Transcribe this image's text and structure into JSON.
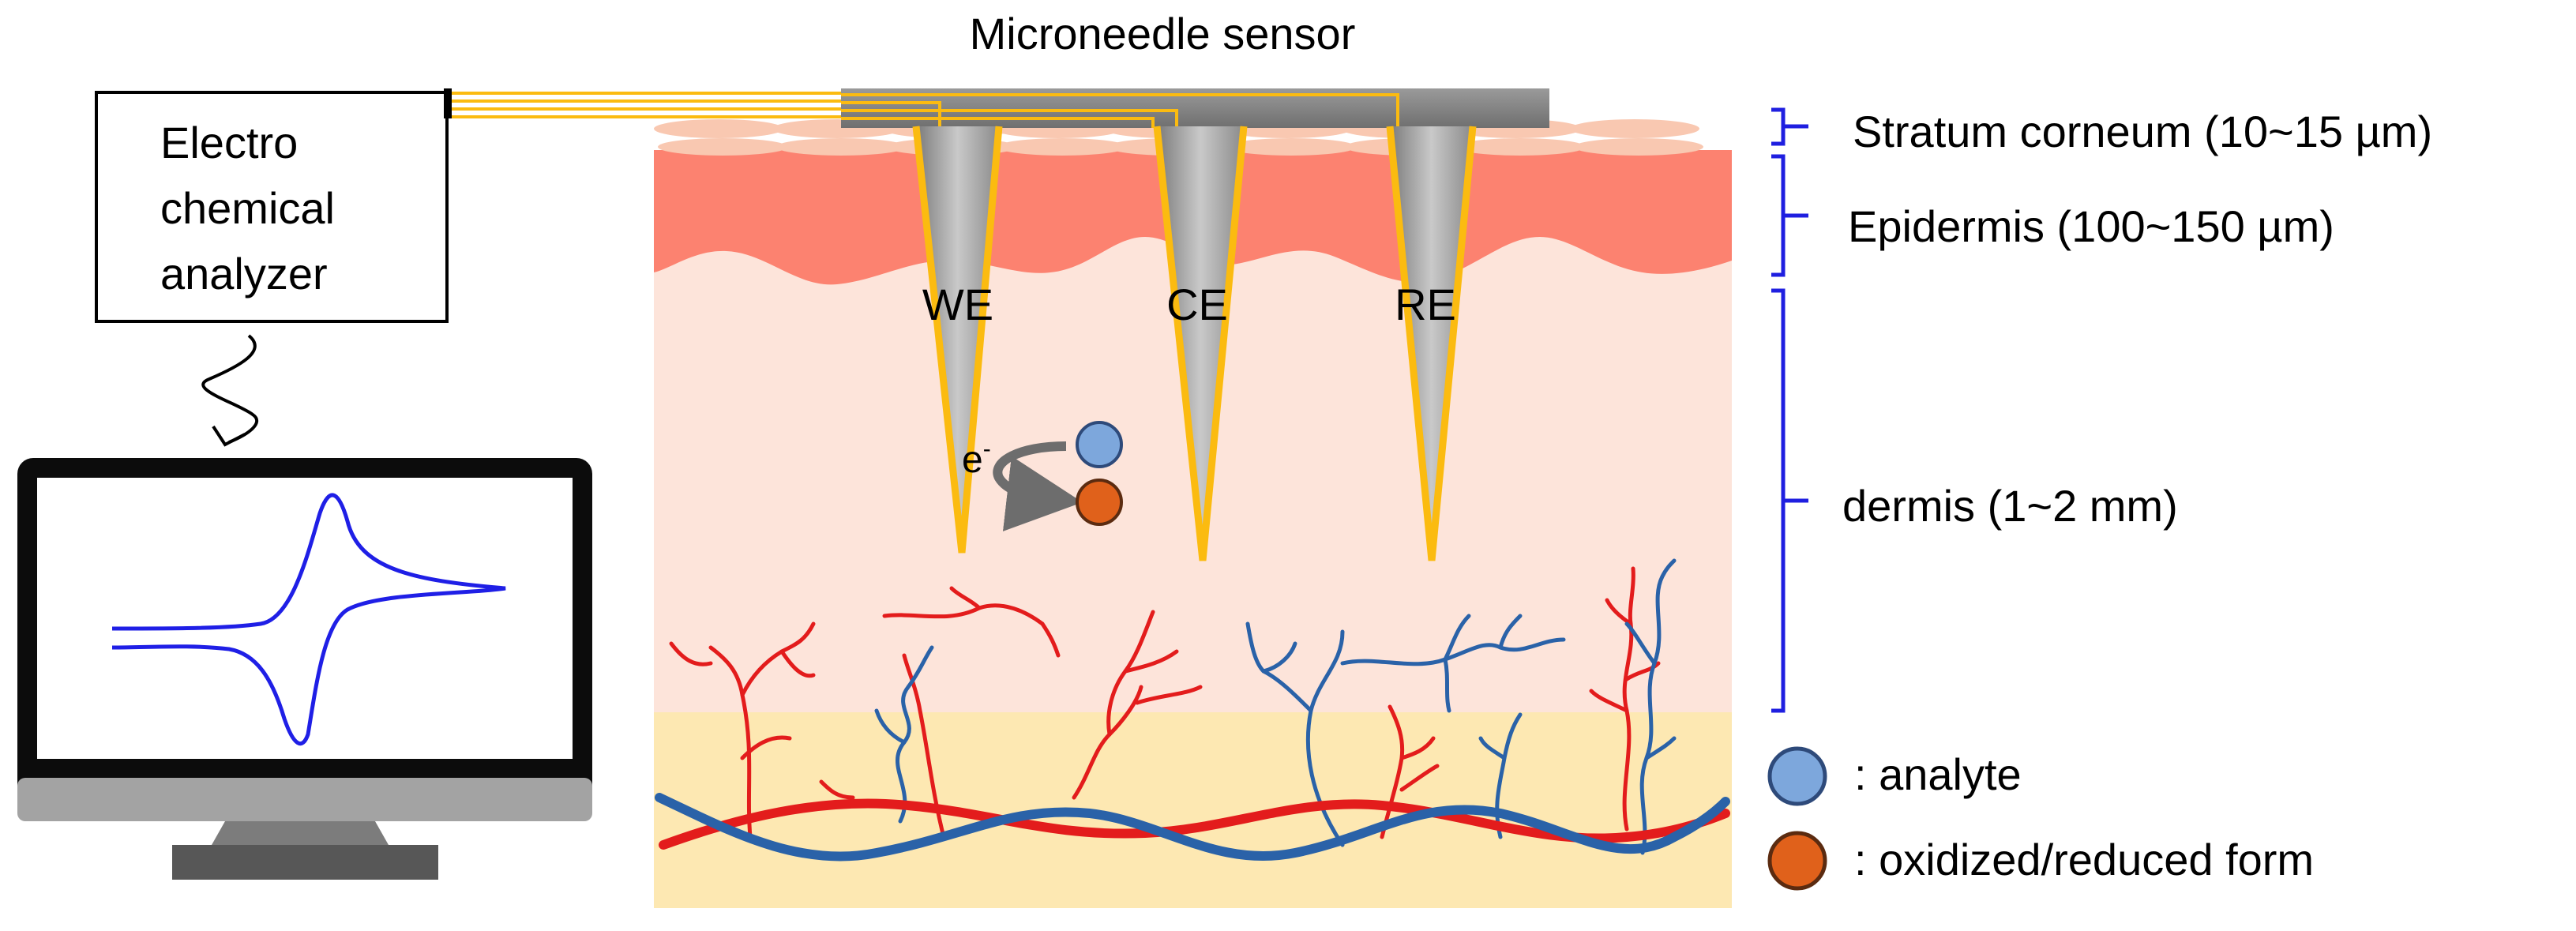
{
  "title": "Microneedle sensor",
  "analyzer_label": [
    "Electro",
    "chemical",
    "analyzer"
  ],
  "electrodes": [
    {
      "label": "WE"
    },
    {
      "label": "CE"
    },
    {
      "label": "RE"
    }
  ],
  "electron_label": "e",
  "electron_superscript": "-",
  "layers": [
    {
      "label": "Stratum corneum (10~15 µm)"
    },
    {
      "label": "Epidermis (100~150 µm)"
    },
    {
      "label": "dermis (1~2 mm)"
    }
  ],
  "legend": [
    {
      "label": ": analyte",
      "color": "#7da7dc"
    },
    {
      "label": ": oxidized/reduced form",
      "color": "#e0611b"
    }
  ],
  "colors": {
    "stratum": "#f9c8b1",
    "epidermis": "#fc8270",
    "dermis": "#fde4da",
    "subcutis": "#fde8b2",
    "artery": "#e31c1c",
    "vein": "#2a62a8",
    "wire": "#fbbb10",
    "needle": "#a9a9a9",
    "bracket": "#1f1fe0",
    "cv_curve": "#1f1fe6"
  },
  "icons": [
    "monitor-icon",
    "squiggle-arrow-icon",
    "electron-transfer-arrow-icon"
  ]
}
